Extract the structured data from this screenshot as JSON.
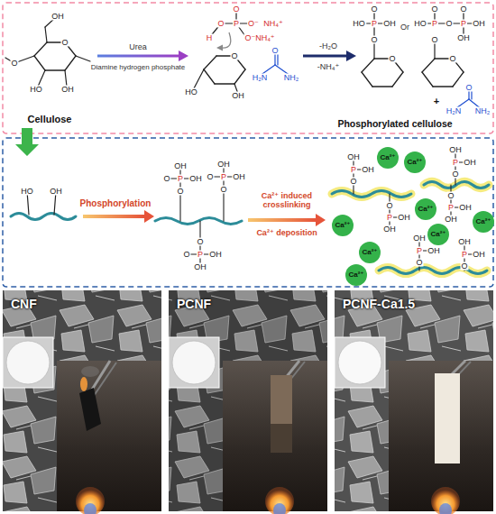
{
  "diagram": {
    "nodes": [
      {
        "text": [
          "Ca²⁺"
        ]
      },
      {
        "text": [
          "Ca²⁺"
        ]
      },
      {
        "text": [
          "Ca²⁺"
        ]
      },
      {
        "text": [
          "Ca²⁺"
        ]
      },
      {
        "text": [
          "Ca²⁺"
        ]
      },
      {
        "text": [
          "Ca²⁺"
        ]
      },
      {
        "text": [
          "Ca²⁺"
        ]
      },
      {
        "text": [
          "Ca²⁺"
        ]
      },
      {
        "text": [
          "CNF"
        ]
      },
      {
        "text": [
          "PCNF"
        ]
      },
      {
        "text": [
          "PCNF-Ca1.5"
        ]
      }
    ],
    "labels": [
      "OH",
      "O",
      "O",
      "HO",
      "OH",
      "Cellulose",
      "Urea",
      "Diamine hydrogen phosphate",
      "O",
      "HO",
      "OH",
      "O",
      "P",
      "O⁻",
      "NH₄⁺",
      "O⁻NH₄⁺",
      "O",
      "H",
      "O",
      "H₂N",
      "NH₂",
      "-H₂O",
      "-NH₄⁺",
      "O",
      "O",
      "P",
      "HO",
      "OH",
      "O",
      "Or",
      "O",
      "O",
      "P",
      "HO",
      "O",
      "P",
      "O",
      "OH",
      "OH",
      "O",
      "+",
      "O",
      "H₂N",
      "NH₂",
      "Phosphorylated cellulose",
      "HO",
      "OH",
      "Phosphorylation",
      "OH",
      "O",
      "P",
      "OH",
      "O",
      "OH",
      "O",
      "P",
      "OH",
      "O",
      "O",
      "P",
      "O",
      "OH",
      "OH",
      "Ca²⁺ induced crosslinking",
      "Ca²⁺ deposition",
      "OH",
      "P",
      "OH",
      "O",
      "O",
      "P",
      "OH",
      "OH",
      "OH",
      "P",
      "OH",
      "O",
      "O",
      "P",
      "OH",
      "OH",
      "OH",
      "P",
      "OH",
      "O",
      "OH",
      "P",
      "OH",
      "O"
    ]
  }
}
